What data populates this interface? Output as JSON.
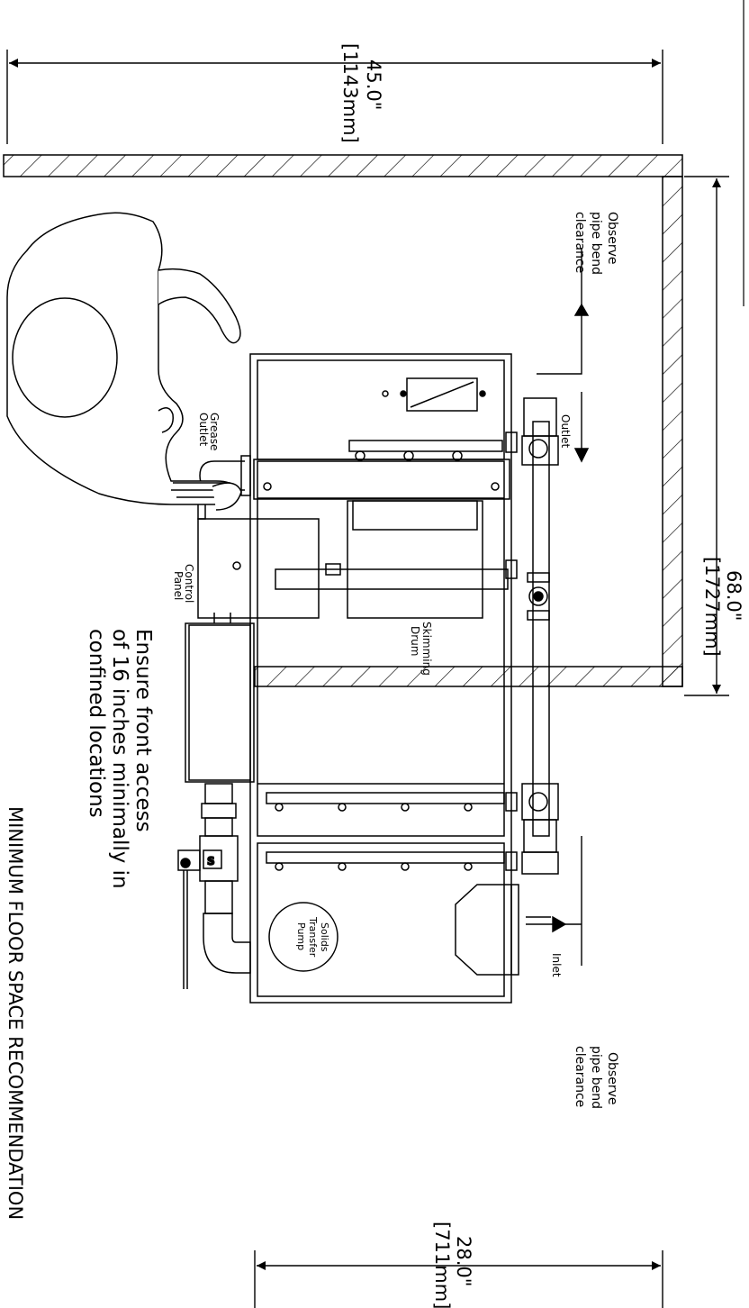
{
  "dimensions": {
    "width": {
      "inches": "45.0\"",
      "mm": "[1143mm]"
    },
    "length": {
      "inches": "68.0\"",
      "mm": "[1727mm]"
    },
    "end_clearance": {
      "inches": "28.0\"",
      "mm": "[711mm]"
    }
  },
  "notes": {
    "pipe_bend_top": [
      "Observe",
      "pipe bend",
      "clearance"
    ],
    "pipe_bend_bottom": [
      "Observe",
      "pipe bend",
      "clearance"
    ],
    "front_access": [
      "Ensure front access",
      "of 16 inches minimally in",
      "confined locations"
    ]
  },
  "components": {
    "outlet": "Outlet",
    "inlet": "Inlet",
    "grease_outlet": [
      "Grease",
      "Outlet"
    ],
    "control_panel": [
      "Control",
      "Panel"
    ],
    "skimming_drum": [
      "Skimming",
      "Drum"
    ],
    "solids_pump": [
      "Solids",
      "Transfer",
      "Pump"
    ]
  },
  "title": "MINIMUM FLOOR SPACE RECOMMENDATION",
  "colors": {
    "line": "#000000",
    "background": "#ffffff"
  }
}
